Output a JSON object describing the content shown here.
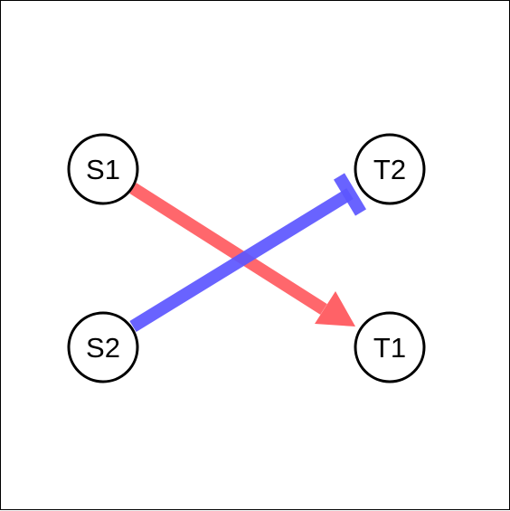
{
  "diagram": {
    "nodes": [
      {
        "id": "S1",
        "label": "S1"
      },
      {
        "id": "S2",
        "label": "S2"
      },
      {
        "id": "T1",
        "label": "T1"
      },
      {
        "id": "T2",
        "label": "T2"
      }
    ],
    "edges": [
      {
        "from": "S1",
        "to": "T1",
        "type": "activation",
        "color": "#ff5a5f",
        "head": "arrow"
      },
      {
        "from": "S2",
        "to": "T2",
        "type": "inhibition",
        "color": "#5c56ff",
        "head": "bar"
      }
    ]
  }
}
